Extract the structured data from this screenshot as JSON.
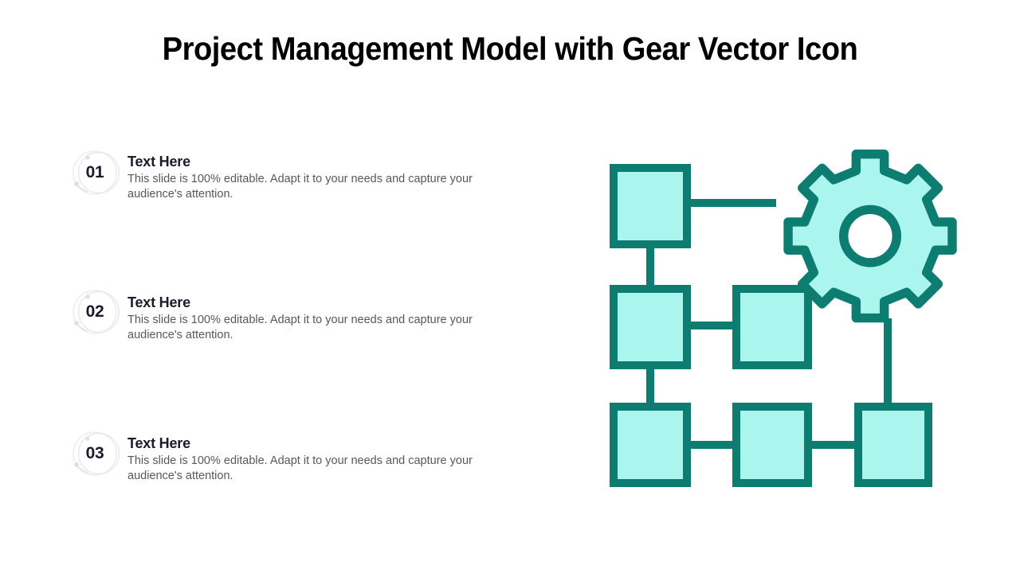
{
  "slide": {
    "title": "Project Management Model with Gear Vector Icon",
    "background_color": "#FFFFFF"
  },
  "colors": {
    "accent_teal": "#0D7D72",
    "accent_fill": "#AAF5EE",
    "heading_text": "#1B1B2B",
    "body_text": "#585858",
    "title_text": "#000000",
    "badge_ring": "#E6E6E6"
  },
  "items": [
    {
      "number": "01",
      "heading": "Text Here",
      "body": "This slide is 100% editable. Adapt it to your needs and capture your audience's attention."
    },
    {
      "number": "02",
      "heading": "Text Here",
      "body": "This slide is 100% editable. Adapt it to your needs and capture your audience's attention."
    },
    {
      "number": "03",
      "heading": "Text Here",
      "body": "This slide is 100% editable. Adapt it to your needs and capture your audience's attention."
    }
  ],
  "graphic": {
    "name": "process-flow-with-gear-illustration",
    "gear": {
      "name": "gear-icon",
      "teeth": 8,
      "fill": "#AAF5EE",
      "stroke": "#0D7D72"
    },
    "nodes": [
      {
        "id": "node-r1c1",
        "row": 1,
        "column": 1
      },
      {
        "id": "node-r2c1",
        "row": 2,
        "column": 1
      },
      {
        "id": "node-r2c2",
        "row": 2,
        "column": 2
      },
      {
        "id": "node-r3c1",
        "row": 3,
        "column": 1
      },
      {
        "id": "node-r3c2",
        "row": 3,
        "column": 2
      },
      {
        "id": "node-r3c3",
        "row": 3,
        "column": 3
      }
    ],
    "connectors": [
      {
        "id": "connector-r1c1-to-gear",
        "orientation": "horizontal"
      },
      {
        "id": "connector-r1c1-to-r2c1",
        "orientation": "vertical"
      },
      {
        "id": "connector-r2c1-to-r2c2",
        "orientation": "horizontal"
      },
      {
        "id": "connector-r2c1-to-r3c1",
        "orientation": "vertical"
      },
      {
        "id": "connector-r3c1-to-r3c2",
        "orientation": "horizontal"
      },
      {
        "id": "connector-r3c2-to-r3c3",
        "orientation": "horizontal"
      },
      {
        "id": "connector-gear-to-r3c3",
        "orientation": "vertical"
      }
    ]
  }
}
